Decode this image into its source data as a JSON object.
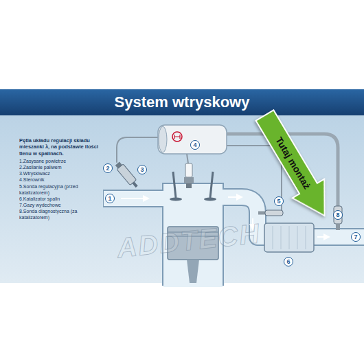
{
  "diagram": {
    "title": "System wtryskowy",
    "nodes": [
      {
        "text": [
          "1"
        ]
      },
      {
        "text": [
          "2"
        ]
      },
      {
        "text": [
          "3"
        ]
      },
      {
        "text": [
          "4"
        ]
      },
      {
        "text": [
          "5"
        ]
      },
      {
        "text": [
          "6"
        ]
      },
      {
        "text": [
          "7"
        ]
      },
      {
        "text": [
          "8"
        ]
      },
      {
        "text": [
          "Tutaj montaż"
        ]
      }
    ],
    "labels": [
      "Pętla układu regulacji składu mieszanki λ, na podstawie ilości tlenu w spalinach.",
      "1.Zasysane powietrze",
      "2.Zasilanie paliwem",
      "3.Wtryskiwacz",
      "4.Sterownik",
      "5.Sonda regulacyjna (przed katalizatorem)",
      "6.Katalizator spalin",
      "7.Gazy wydechowe",
      "8.Sonda diagnostyczna (za katalizatorem)",
      "ADDTECH"
    ]
  }
}
